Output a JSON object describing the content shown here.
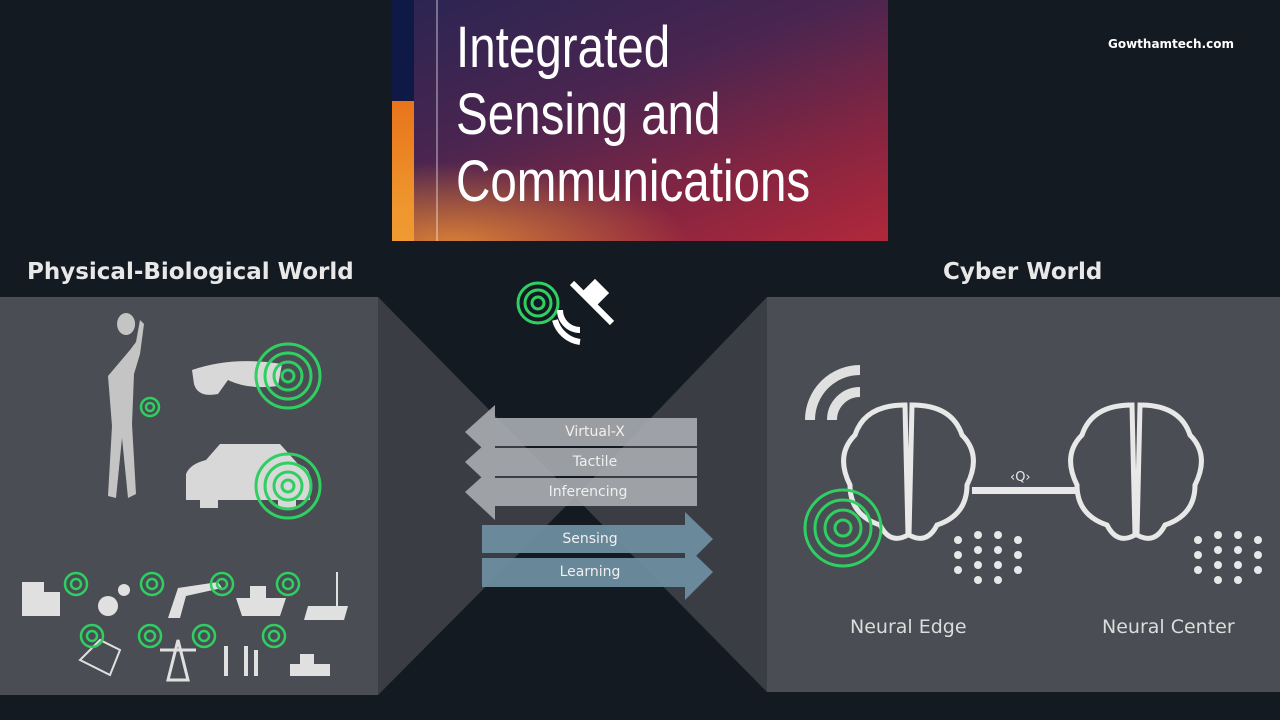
{
  "title": {
    "lines": [
      "Integrated",
      "Sensing and",
      "Communications"
    ]
  },
  "watermark": "Gowthamtech.com",
  "left_panel": {
    "title": "Physical-Biological World"
  },
  "right_panel": {
    "title": "Cyber World",
    "neural_edge": "Neural Edge",
    "neural_center": "Neural Center",
    "link_label": "‹Q›"
  },
  "arrows_left": [
    "Virtual-X",
    "Tactile",
    "Inferencing"
  ],
  "arrows_right": [
    "Sensing",
    "Learning"
  ],
  "colors": {
    "background": "#141a22",
    "panel": "#4a4d53",
    "radar": "#2fcf62",
    "arrow_gray": "#a9acb0",
    "arrow_blue": "#6d8ea0"
  }
}
